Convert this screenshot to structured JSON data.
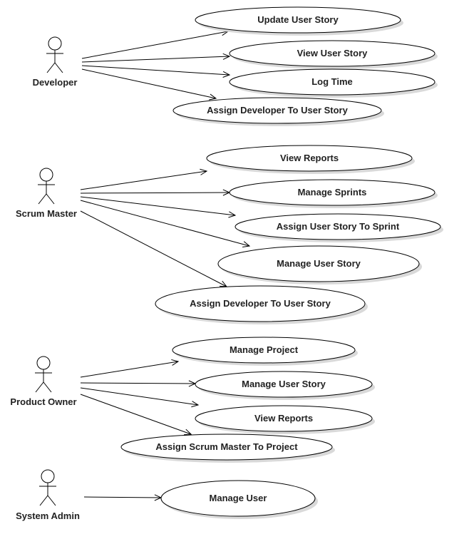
{
  "diagram": {
    "actors": [
      {
        "id": "developer",
        "name": "Developer",
        "use_cases": [
          "Update User Story",
          "View User Story",
          "Log Time",
          "Assign Developer To User Story"
        ]
      },
      {
        "id": "scrum-master",
        "name": "Scrum Master",
        "use_cases": [
          "View Reports",
          "Manage Sprints",
          "Assign User Story To Sprint",
          "Manage User Story",
          "Assign Developer To User Story"
        ]
      },
      {
        "id": "product-owner",
        "name": "Product Owner",
        "use_cases": [
          "Manage Project",
          "Manage User Story",
          "View Reports",
          "Assign Scrum Master To Project"
        ]
      },
      {
        "id": "system-admin",
        "name": "System Admin",
        "use_cases": [
          "Manage User"
        ]
      }
    ]
  }
}
